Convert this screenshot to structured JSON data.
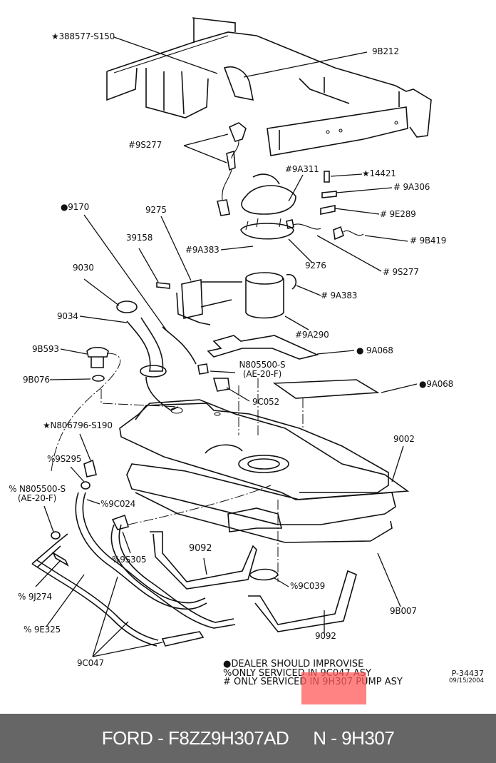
{
  "diagram": {
    "title": "Fuel tank and fuel pump assembly exploded view",
    "labels": {
      "l388577": "★388577-S150",
      "l9b212": "9B212",
      "l9s277a": "#9S277",
      "l9a311": "#9A311",
      "l14421": "★14421",
      "l9a306": "# 9A306",
      "l9e289": "# 9E289",
      "l9b419": "# 9B419",
      "l9s277b": "# 9S277",
      "l9276": "9276",
      "l9a383a": "#9A383",
      "l9a383b": "# 9A383",
      "l9170": "●9170",
      "l9275": "9275",
      "l39158": "39158",
      "l9030": "9030",
      "l9034": "9034",
      "l9a290": "#9A290",
      "l9a068a": "● 9A068",
      "l9a068b": "●9A068",
      "l9b593": "9B593",
      "l9b076": "9B076",
      "ln805500a1": "N805500-S",
      "ln805500a2": "(AE-20-F)",
      "l9c052": "9C052",
      "ln806796": "★N806796-S190",
      "l9002": "9002",
      "l9s295": "%9S295",
      "ln805500b1": "% N805500-S",
      "ln805500b2": "(AE-20-F)",
      "l9c024": "%9C024",
      "l9s305": "%9S305",
      "l9092a": "9092",
      "l9c039": "%9C039",
      "l9j274": "% 9J274",
      "l9e325": "% 9E325",
      "l9b007": "9B007",
      "l9092b": "9092",
      "l9c047": "9C047"
    },
    "legend": [
      "●DEALER SHOULD IMPROVISE",
      "%ONLY SERVICED IN 9C047 ASY",
      "# ONLY SERVICED IN 9H307 PUMP ASY"
    ],
    "reference": {
      "part_number": "P-34437",
      "date": "09/15/2004"
    },
    "highlight_color": "#ff5a5a"
  },
  "footer": {
    "brand_part": "FORD - F8ZZ9H307AD",
    "base_part": "N - 9H307",
    "background": "#666666"
  }
}
